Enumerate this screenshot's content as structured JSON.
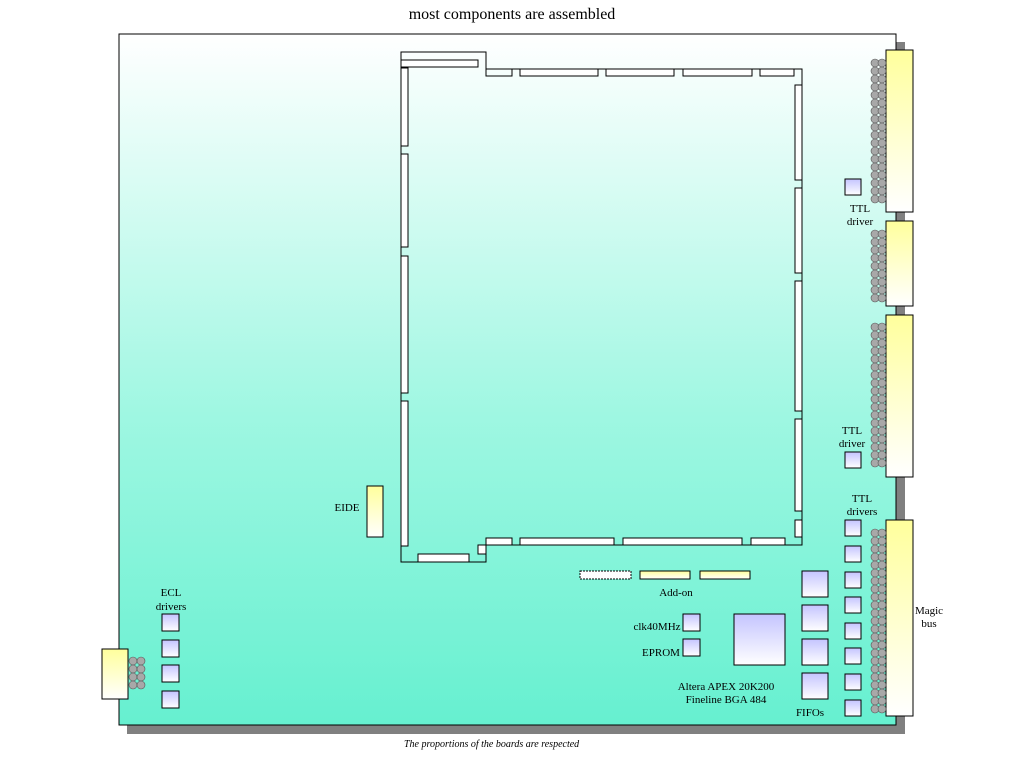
{
  "title": "most components are assembled",
  "caption": "The proportions of the boards are respected",
  "labels": {
    "ttl_driver_top": [
      "TTL",
      "driver"
    ],
    "ttl_driver_mid": [
      "TTL",
      "driver"
    ],
    "ttl_drivers": [
      "TTL",
      "drivers"
    ],
    "magic_bus": [
      "Magic",
      "bus"
    ],
    "eide": "EIDE",
    "add_on": "Add-on",
    "ecl_drivers": [
      "ECL",
      "drivers"
    ],
    "clk": "clk40MHz",
    "eprom": "EPROM",
    "altera": [
      "Altera APEX 20K200",
      "Fineline BGA 484"
    ],
    "fifos": "FIFOs"
  },
  "colors": {
    "board_top": "#ffffff",
    "board_bottom": "#66f2d2",
    "chip_top": "#c8c8ff",
    "connector": "#ffffa8",
    "shadow": "#808080",
    "pin": "#a8a8a8"
  }
}
